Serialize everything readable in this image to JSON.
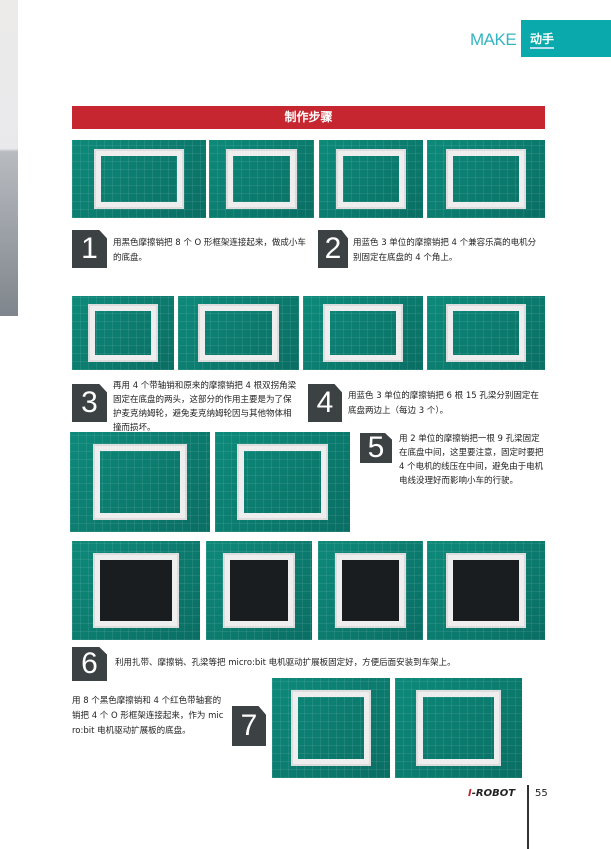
{
  "header": {
    "section_en": "MAKE",
    "section_cn": "动手"
  },
  "title": "制作步骤",
  "steps": [
    {
      "number": "1",
      "text": "用黑色摩擦销把 8 个 O 形框架连接起来，做成小车的底盘。"
    },
    {
      "number": "2",
      "text": "用蓝色 3 单位的摩擦销把 4 个兼容乐高的电机分别固定在底盘的 4 个角上。"
    },
    {
      "number": "3",
      "text": "再用 4 个带轴销和原来的摩擦销把 4 根双拐角梁固定在底盘的两头，这部分的作用主要是为了保护麦克纳姆轮，避免麦克纳姆轮因与其他物体相撞而损坏。"
    },
    {
      "number": "4",
      "text": "用蓝色 3 单位的摩擦销把 6 根 15 孔梁分别固定在底盘两边上（每边 3 个）。"
    },
    {
      "number": "5",
      "text": "用 2 单位的摩擦销把一根 9 孔梁固定在底盘中间，这里要注意，固定时要把 4 个电机的线压在中间，避免由于电机电线没理好而影响小车的行驶。"
    },
    {
      "number": "6",
      "text": "利用扎带、摩擦销、孔梁等把 micro:bit 电机驱动扩展板固定好，方便后面安装到车架上。"
    },
    {
      "number": "7",
      "text": "用 8 个黑色摩擦销和 4 个红色带轴套的销把 4 个 O 形框架连接起来，作为 micro:bit 电机驱动扩展板的底盘。"
    }
  ],
  "footer": {
    "brand_prefix": "I",
    "brand_rest": "-ROBOT",
    "page_number": "55"
  }
}
